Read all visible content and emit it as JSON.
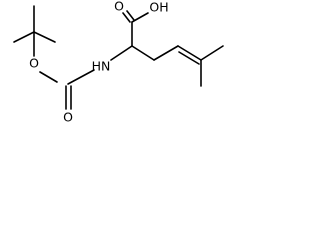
{
  "molecule": {
    "atom_labels": {
      "carbonyl_o_left": "O",
      "ester_o_left": "O",
      "nh": "HN",
      "acid_o": "O",
      "acid_oh": "OH"
    }
  },
  "colors": {
    "bond": "#000000",
    "background": "#ffffff"
  }
}
